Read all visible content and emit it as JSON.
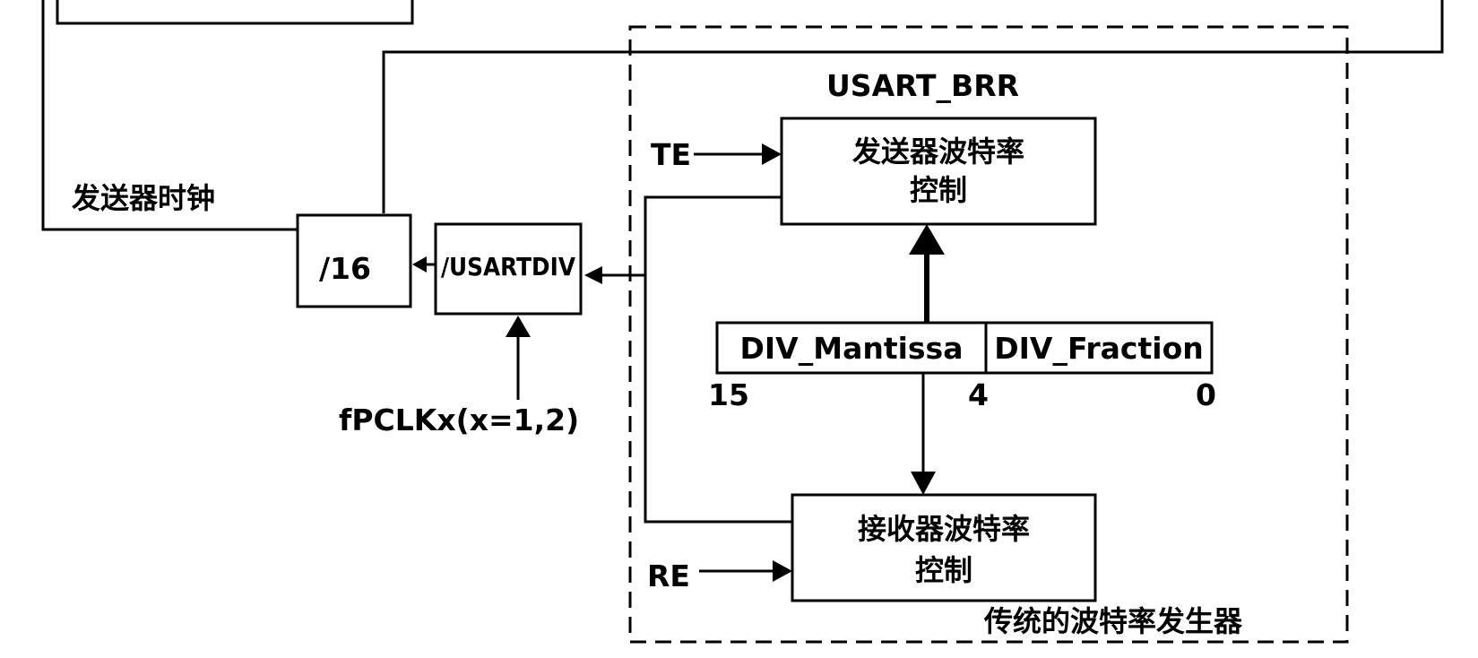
{
  "diagram": {
    "register_label": "USART_BRR",
    "tx_clock_label": "发送器时钟",
    "div16_label": "/16",
    "usartdiv_label": "/USARTDIV",
    "pclk_label": "fPCLKx(x=1,2)",
    "te_label": "TE",
    "re_label": "RE",
    "tx_control": {
      "line1": "发送器波特率",
      "line2": "控制"
    },
    "rx_control": {
      "line1": "接收器波特率",
      "line2": "控制"
    },
    "div_mantissa_label": "DIV_Mantissa",
    "div_fraction_label": "DIV_Fraction",
    "bit_15": "15",
    "bit_4": "4",
    "bit_0": "0",
    "generator_caption": "传统的波特率发生器"
  }
}
